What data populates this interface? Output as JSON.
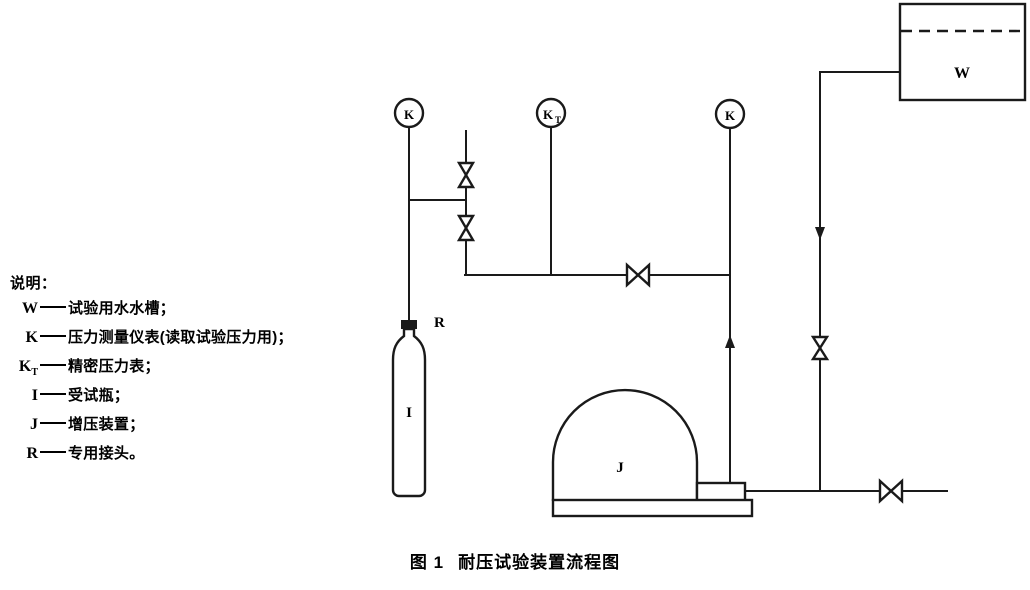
{
  "figure": {
    "caption_number": "图 1",
    "caption_title": "耐压试验装置流程图"
  },
  "legend": {
    "title": "说明：",
    "items": [
      {
        "symbol": "W",
        "sub": "",
        "text": "试验用水水槽；"
      },
      {
        "symbol": "K",
        "sub": "",
        "text": "压力测量仪表(读取试验压力用)；"
      },
      {
        "symbol": "K",
        "sub": "T",
        "text": "精密压力表；"
      },
      {
        "symbol": "I",
        "sub": "",
        "text": "受试瓶；"
      },
      {
        "symbol": "J",
        "sub": "",
        "text": "增压装置；"
      },
      {
        "symbol": "R",
        "sub": "",
        "text": "专用接头。"
      }
    ]
  },
  "diagram": {
    "components": {
      "gauge_left": {
        "label": "K",
        "sub": ""
      },
      "gauge_precision": {
        "label": "K",
        "sub": "T"
      },
      "gauge_right": {
        "label": "K",
        "sub": ""
      },
      "water_tank": {
        "label": "W"
      },
      "test_cylinder": {
        "label": "I"
      },
      "pressure_booster": {
        "label": "J"
      },
      "connector": {
        "label": "R"
      }
    },
    "colors": {
      "line": "#1a1a1a",
      "fill": "#ffffff",
      "background": "#ffffff"
    }
  }
}
